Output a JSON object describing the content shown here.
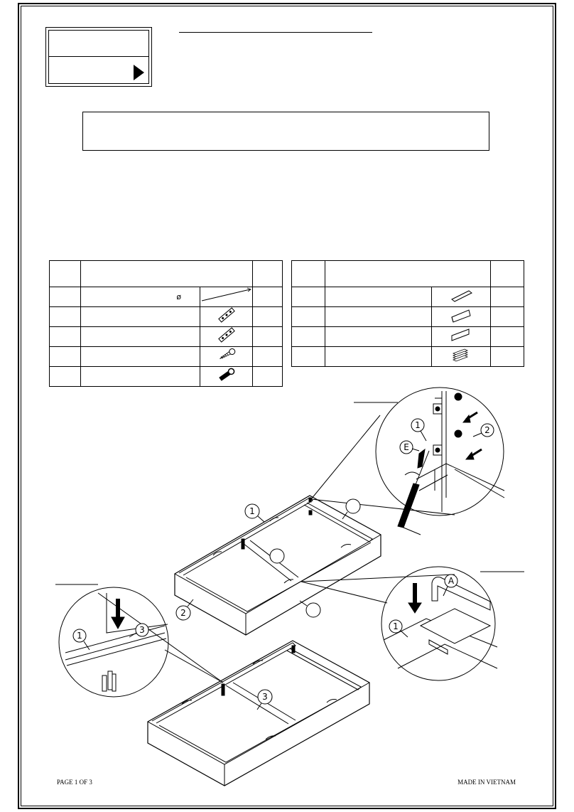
{
  "header": {
    "diameter_symbol": "ø"
  },
  "callouts": {
    "part1": "1",
    "part2": "2",
    "part3": "3",
    "hw_a": "A",
    "hw_e": "E"
  },
  "footer": {
    "page": "PAGE 1 OF 3",
    "origin": "MADE IN VIETNAM"
  }
}
